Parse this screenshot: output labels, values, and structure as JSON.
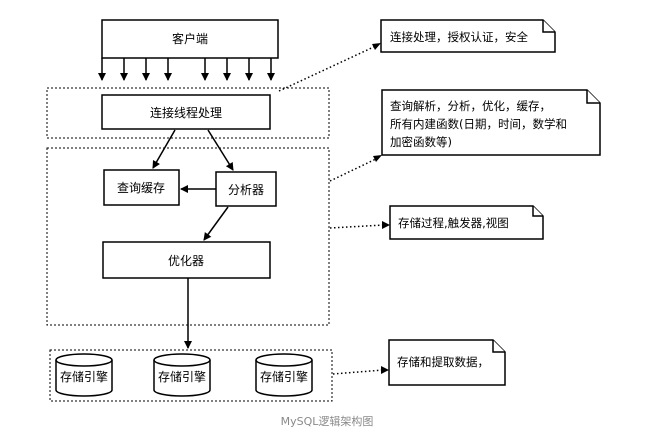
{
  "diagram": {
    "client": "客户端",
    "connection": "连接线程处理",
    "query_cache": "查询缓存",
    "parser": "分析器",
    "optimizer": "优化器",
    "storage_engines": [
      "存储引擎",
      "存储引擎",
      "存储引擎"
    ],
    "caption": "MySQL逻辑架构图"
  },
  "notes": {
    "connection": [
      "连接处理，授权认证，安全"
    ],
    "parsing": [
      "查询解析，分析，优化，缓存，",
      "所有内建函数(日期，时间，数学和",
      "加密函数等)"
    ],
    "procedures": [
      "存储过程,触发器,视图"
    ],
    "storage": [
      "存储和提取数据，"
    ]
  }
}
